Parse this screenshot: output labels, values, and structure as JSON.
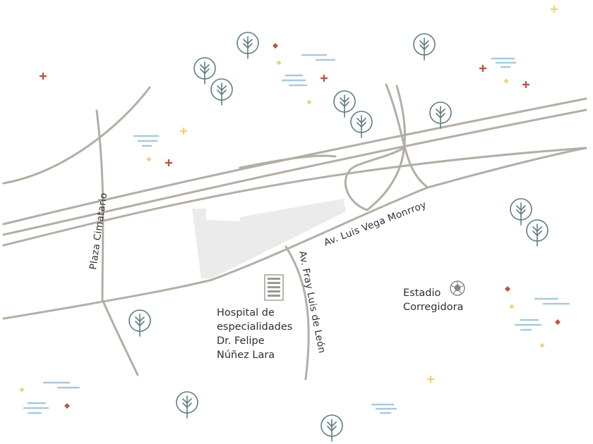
{
  "map": {
    "roads": {
      "plaza_cimatario": "Plaza Cimatario",
      "luis_vega_monrroy": "Av. Luis Vega Monrroy",
      "fray_luis_de_leon": "Av. Fray Luis de León"
    },
    "places": {
      "hospital": {
        "lines": [
          "Hospital de",
          "especialidades",
          "Dr. Felipe",
          "Núñez Lara"
        ],
        "icon": "hospital-building-icon"
      },
      "stadium": {
        "lines": [
          "Estadio",
          "Corregidora"
        ],
        "icon": "soccer-ball-icon"
      }
    },
    "colors": {
      "background": "#ffffff",
      "road": "#b3aea5",
      "site_block": "#ebebeb",
      "tree": "#5e7f7e",
      "water": "#a9c9da",
      "accent_red": "#b5574a",
      "accent_yellow": "#ecd478",
      "text": "#2f2f2f"
    }
  }
}
